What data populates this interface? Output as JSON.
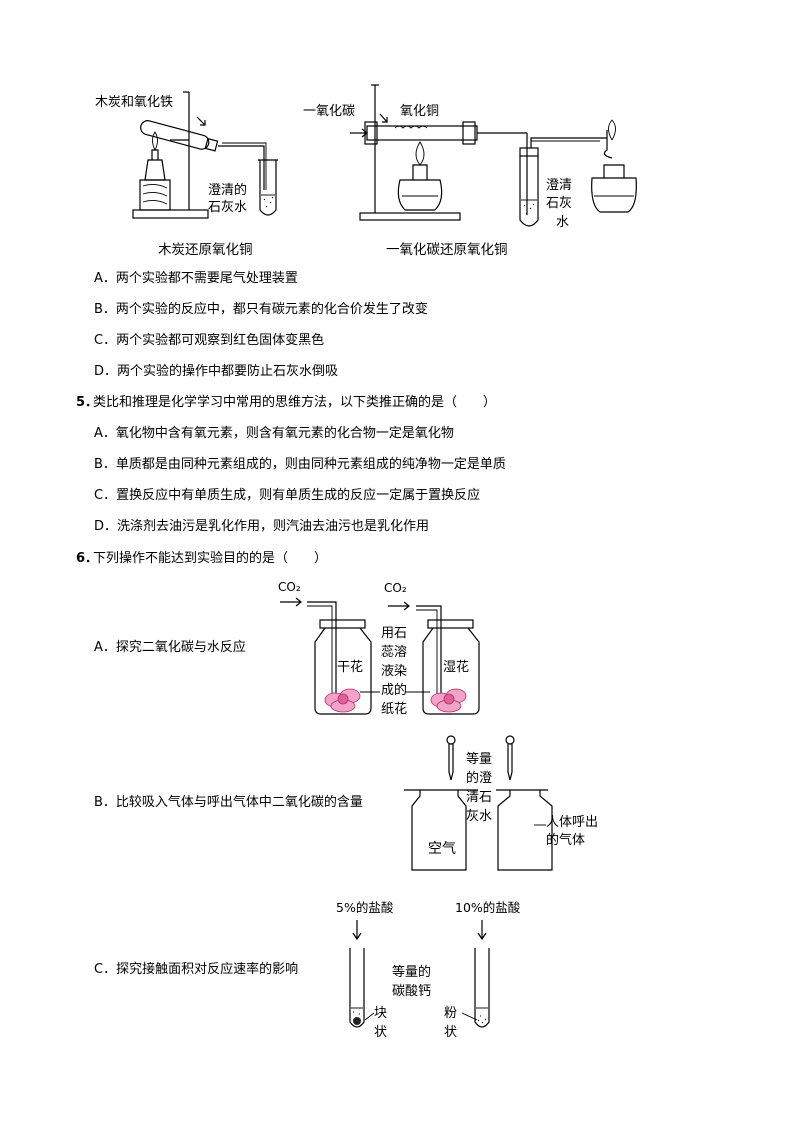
{
  "figure1": {
    "left_labels": {
      "reagent": "木炭和氧化铁",
      "limewater_line1": "澄清的",
      "limewater_line2": "石灰水"
    },
    "right_labels": {
      "gas_in": "一氧化碳",
      "oxide": "氧化铜",
      "limewater_chars": [
        "澄",
        "清",
        "石",
        "灰",
        "水"
      ]
    },
    "left_caption": "木炭还原氧化铜",
    "right_caption": "一氧化碳还原氧化铜"
  },
  "q4_options": [
    "A．两个实验都不需要尾气处理装置",
    "B．两个实验的反应中，都只有碳元素的化合价发生了改变",
    "C．两个实验都可观察到红色固体变黑色",
    "D．两个实验的操作中都要防止石灰水倒吸"
  ],
  "q5": {
    "number": "5．",
    "stem": "类比和推理是化学学习中常用的思维方法，以下类推正确的是（　　）",
    "options": [
      "A．氧化物中含有氧元素，则含有氧元素的化合物一定是氧化物",
      "B．单质都是由同种元素组成的，则由同种元素组成的纯净物一定是单质",
      "C．置换反应中有单质生成，则有单质生成的反应一定属于置换反应",
      "D．洗涤剂去油污是乳化作用，则汽油去油污也是乳化作用"
    ]
  },
  "q6": {
    "number": "6．",
    "stem": "下列操作不能达到实验目的的是（　　）",
    "optA": {
      "text": "A．探究二氧化碳与水反应",
      "gas_left": "CO₂",
      "gas_right": "CO₂",
      "dry": "干花",
      "wet": "湿花",
      "note_lines": [
        "用石",
        "蕊溶",
        "液染",
        "成的",
        "纸花"
      ]
    },
    "optB": {
      "text": "B．比较吸入气体与呼出气体中二氧化碳的含量",
      "note_lines": [
        "等量",
        "的澄",
        "清石",
        "灰水"
      ],
      "air": "空气",
      "exhaled_line1": "人体呼出",
      "exhaled_line2": "的气体"
    },
    "optC": {
      "text": "C．探究接触面积对反应速率的影响",
      "acid_left": "5%的盐酸",
      "acid_right": "10%的盐酸",
      "note_line1": "等量的",
      "note_line2": "碳酸钙",
      "lump": [
        "块",
        "状"
      ],
      "powder": [
        "粉",
        "状"
      ]
    }
  }
}
